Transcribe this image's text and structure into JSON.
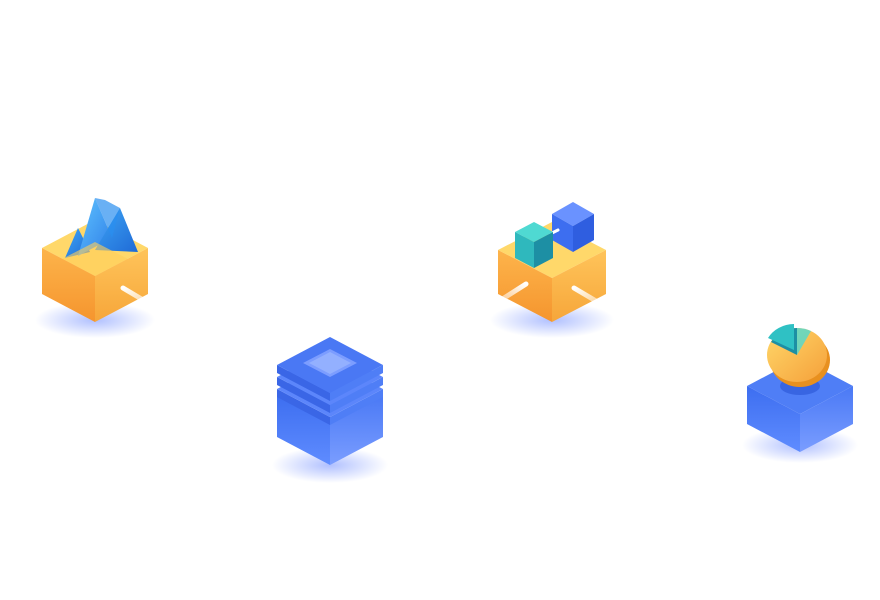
{
  "colors": {
    "orange_light": "#ffd86a",
    "orange_mid": "#fdb44b",
    "orange_dark": "#f5952e",
    "blue_light": "#5f8cff",
    "blue_mid": "#3d6ef0",
    "blue_dark": "#2a55d6",
    "sky_blue": "#3ea6f5",
    "teal": "#2fc1c4",
    "teal_dark": "#1d8fa4",
    "glow": "#6f8cff"
  },
  "icons": [
    {
      "id": "icon-mountain-box",
      "name": "mountain-box-icon"
    },
    {
      "id": "icon-server-stack",
      "name": "server-stack-icon"
    },
    {
      "id": "icon-cubes-box",
      "name": "cubes-box-icon"
    },
    {
      "id": "icon-pie-pedestal",
      "name": "pie-chart-pedestal-icon"
    }
  ]
}
